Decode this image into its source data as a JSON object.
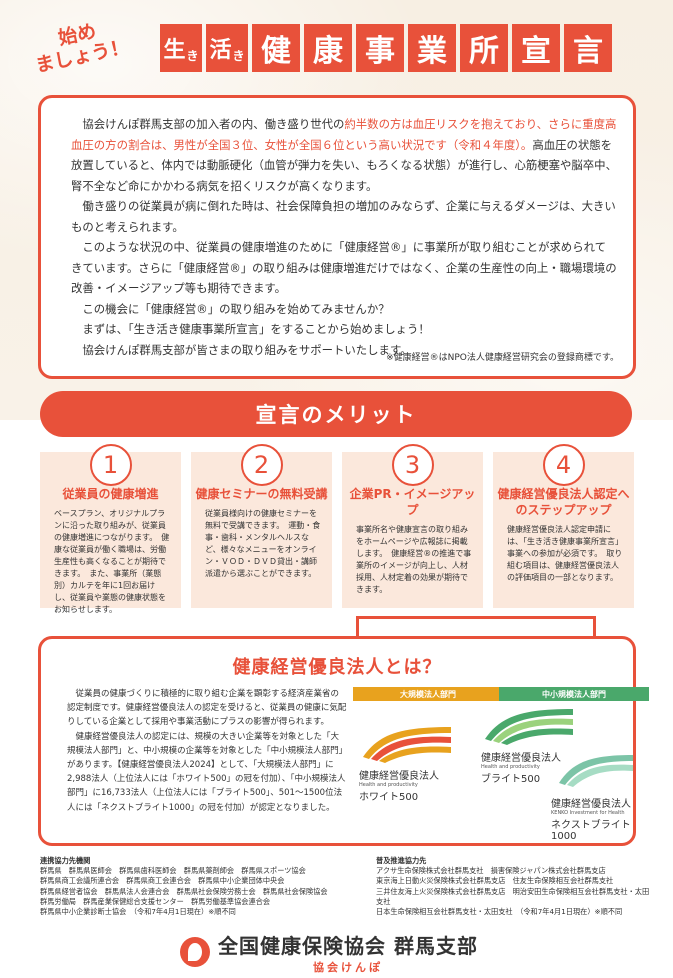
{
  "header": {
    "lets_start_1": "始め",
    "lets_start_2": "ましょう！",
    "title_chars": [
      "生",
      "き",
      "活",
      "き",
      "健",
      "康",
      "事",
      "業",
      "所",
      "宣",
      "言"
    ]
  },
  "intro": {
    "p1_a": "協会けんぽ群馬支部の加入者の内、働き盛り世代の",
    "p1_red1": "約半数の方は血圧リスクを抱えており、さらに重度高血圧の方の割合は、男性が全国３位、女性が全国６位という高い状況です（令和４年度）。",
    "p1_b": "高血圧の状態を放置していると、体内では動脈硬化（血管が弾力を失い、もろくなる状態）が進行し、心筋梗塞や脳卒中、腎不全など命にかかわる病気を招くリスクが高くなります。",
    "p2": "働き盛りの従業員が病に倒れた時は、社会保障負担の増加のみならず、企業に与えるダメージは、大きいものと考えられます。",
    "p3": "このような状況の中、従業員の健康増進のために「健康経営®」に事業所が取り組むことが求められてきています。さらに「健康経営®」の取り組みは健康増進だけではなく、企業の生産性の向上・職場環境の改善・イメージアップ等も期待できます。",
    "p4": "この機会に「健康経営®」の取り組みを始めてみませんか？",
    "p5": "まずは、「生き活き健康事業所宣言」をすることから始めましょう！",
    "p6": "協会けんぽ群馬支部が皆さまの取り組みをサポートいたします。",
    "note": "※健康経営®はNPO法人健康経営研究会の登録商標です。"
  },
  "merit_title": "宣言のメリット",
  "merits": [
    {
      "num": "1",
      "title": "従業員の健康増進",
      "desc": "ベースプラン、オリジナルプランに沿った取り組みが、従業員の健康増進につながります。　健康な従業員が働く職場は、労働生産性も高くなることが期待できます。　また、事業所（業態別）カルテを年に1回お届けし、従業員や業態の健康状態をお知らせします。"
    },
    {
      "num": "2",
      "title": "健康セミナーの無料受講",
      "desc": "従業員様向けの健康セミナーを無料で受講できます。　運動・食事・歯科・メンタルヘルスなど、様々なメニューをオンライン・ＶＯＤ・ＤＶＤ貸出・講師派遣から選ぶことができます。"
    },
    {
      "num": "3",
      "title": "企業PR・イメージアップ",
      "desc": "事業所名や健康宣言の取り組みをホームページや広報誌に掲載します。　健康経営®の推進で事業所のイメージが向上し、人材採用、人材定着の効果が期待できます。"
    },
    {
      "num": "4",
      "title": "健康経営優良法人認定へのステップアップ",
      "desc": "健康経営優良法人認定申請には、「生き活き健康事業所宣言」事業への参加が必須です。　取り組む項目は、健康経営優良法人の評価項目の一部となります。"
    }
  ],
  "kenko": {
    "title": "健康経営優良法人とは？",
    "p1": "従業員の健康づくりに積極的に取り組む企業を顕彰する経済産業省の認定制度です。健康経営優良法人の認定を受けると、従業員の健康に気配りしている企業として採用や事業活動にプラスの影響が得られます。",
    "p2": "健康経営優良法人の認定には、規模の大きい企業等を対象とした「大規模法人部門」と、中小規模の企業等を対象とした「中小規模法人部門」があります。【健康経営優良法人2024】として、「大規模法人部門」に2,988法人（上位法人には「ホワイト500」の冠を付加）、「中小規模法人部門」に16,733法人（上位法人には「ブライト500」、501～1500位法人には「ネクストブライト1000」の冠を付加）が認定となりました。",
    "cat_large": "大規模法人部門",
    "cat_small": "中小規模法人部門",
    "logos": [
      {
        "label": "健康経営優良法人",
        "en": "Health and productivity",
        "name": "ホワイト500",
        "color": "#e8a21e"
      },
      {
        "label": "健康経営優良法人",
        "en": "Health and productivity",
        "name": "ブライト500",
        "color": "#4aa86b"
      },
      {
        "label": "健康経営優良法人",
        "en": "KENKO Investment for Health",
        "name": "ネクストブライト1000",
        "color": "#7cc4a7"
      }
    ]
  },
  "footer": {
    "left_head": "連携協力先機関",
    "left_lines": [
      "群馬県　群馬県医師会　群馬県歯科医師会　群馬県薬剤師会　群馬県スポーツ協会",
      "群馬県商工会議所連合会　群馬県商工会連合会　群馬県中小企業団体中央会",
      "群馬県経営者協会　群馬県法人会連合会　群馬県社会保険労務士会　群馬県社会保険協会",
      "群馬労働局　群馬産業保健総合支援センター　群馬労働基準協会連合会",
      "群馬県中小企業診断士協会　（令和7年4月1日現在）※順不同"
    ],
    "right_head": "普及推進協力先",
    "right_lines": [
      "アクサ生命保険株式会社群馬支社　損害保険ジャパン株式会社群馬支店",
      "東京海上日動火災保険株式会社群馬支店　住友生命保険相互会社群馬支社",
      "三井住友海上火災保険株式会社群馬支店　明治安田生命保険相互会社群馬支社・太田支社",
      "日本生命保険相互会社群馬支社・太田支社　（令和7年4月1日現在）※順不同"
    ],
    "brand_main": "全国健康保険協会 群馬支部",
    "brand_sub": "協会けんぽ"
  },
  "colors": {
    "accent": "#e8513a",
    "merit_bg": "#fbe8dc"
  }
}
